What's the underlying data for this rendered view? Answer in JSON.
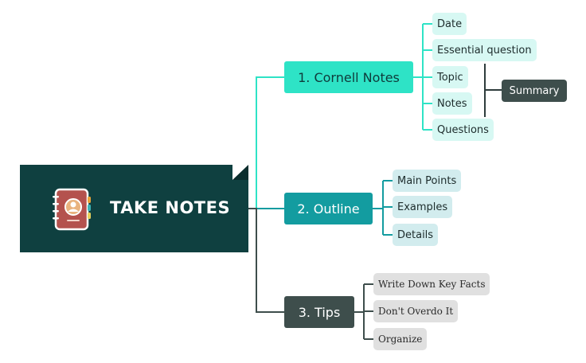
{
  "root": {
    "title": "TAKE NOTES",
    "icon": "notebook-icon"
  },
  "branches": [
    {
      "label": "1. Cornell Notes",
      "children": [
        "Date",
        "Essential question",
        "Topic",
        "Notes",
        "Questions"
      ]
    },
    {
      "label": "2. Outline",
      "children": [
        "Main Points",
        "Examples",
        "Details"
      ]
    },
    {
      "label": "3. Tips",
      "children": [
        "Write Down Key Facts",
        "Don't  Overdo It",
        "Organize"
      ]
    }
  ],
  "summary": {
    "label": "Summary"
  },
  "colors": {
    "root": "#0f4040",
    "branch1": "#2ee3c6",
    "branch2": "#139ca0",
    "branch3": "#3e4e4c",
    "leaf1": "#d7f8f3",
    "leaf2": "#d2ecee",
    "leaf3": "#e0e0e0"
  }
}
